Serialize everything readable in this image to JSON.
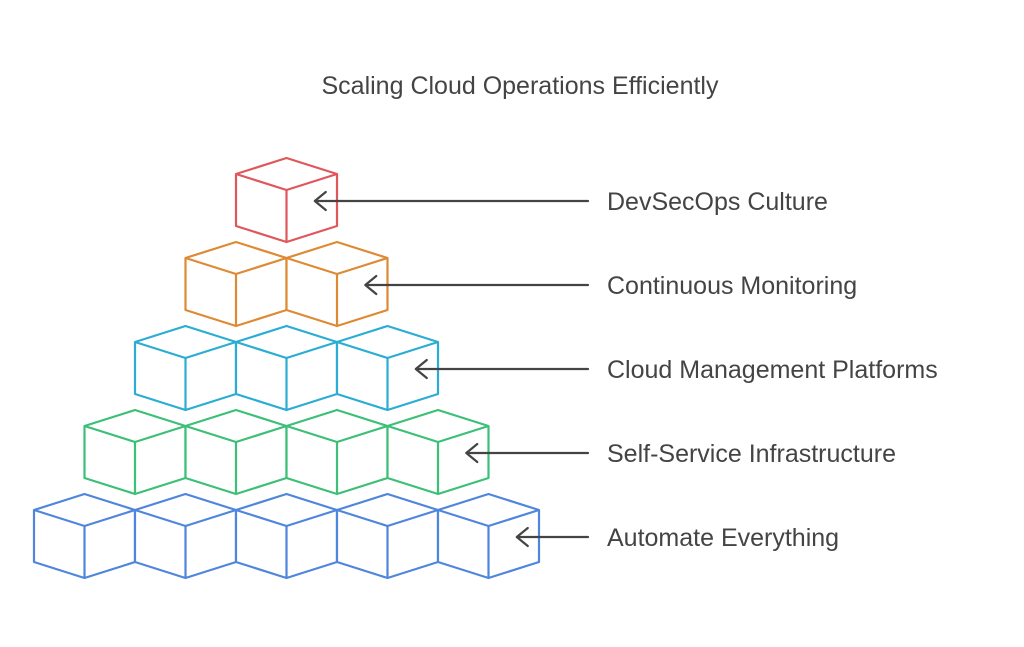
{
  "diagram": {
    "title": "Scaling Cloud Operations Efficiently",
    "text_color": "#444444",
    "arrow_color": "#444444",
    "tiers": [
      {
        "label": "DevSecOps Culture",
        "color": "#E0575B",
        "cubes": 1
      },
      {
        "label": "Continuous Monitoring",
        "color": "#DE8A34",
        "cubes": 2
      },
      {
        "label": "Cloud Management Platforms",
        "color": "#2BADD3",
        "cubes": 3
      },
      {
        "label": "Self-Service Infrastructure",
        "color": "#3CBF77",
        "cubes": 4
      },
      {
        "label": "Automate Everything",
        "color": "#4F86DD",
        "cubes": 5
      }
    ]
  }
}
